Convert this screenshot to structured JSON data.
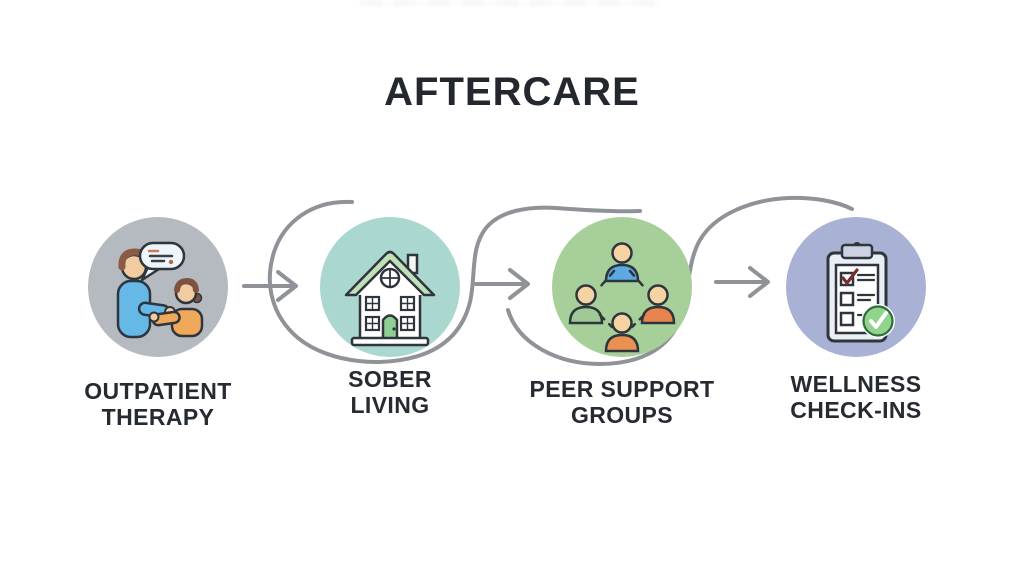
{
  "title": "AFTERCARE",
  "steps": [
    {
      "name": "outpatient-therapy",
      "label_line1": "OUTPATIENT",
      "label_line2": "THERAPY",
      "icon": "therapy-conversation-icon",
      "circle_color": "#b5bac1"
    },
    {
      "name": "sober-living",
      "label_line1": "SOBER",
      "label_line2": "LIVING",
      "icon": "house-icon",
      "circle_color": "#abd7d1"
    },
    {
      "name": "peer-support-groups",
      "label_line1": "PEER SUPPORT",
      "label_line2": "GROUPS",
      "icon": "peer-group-icon",
      "circle_color": "#a7cf9a"
    },
    {
      "name": "wellness-check-ins",
      "label_line1": "WELLNESS",
      "label_line2": "CHECK-INS",
      "icon": "clipboard-checklist-icon",
      "circle_color": "#a9b2d5"
    }
  ],
  "palette": {
    "background": "#ffffff",
    "connector_gray": "#8f9398",
    "title_color": "#23272e",
    "label_color": "#262a31",
    "outline_dark": "#2f353d",
    "accent_blue": "#66b9e7",
    "accent_orange": "#f0a95b",
    "accent_green": "#8fcf94",
    "check_red": "#7a2e2e",
    "badge_green": "#90d48d"
  }
}
